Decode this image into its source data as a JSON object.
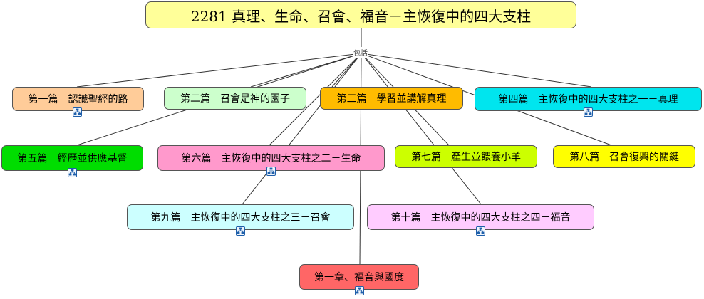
{
  "root": {
    "label": "2281 真理、生命、召會、福音－主恢復中的四大支柱",
    "color": "#ffff99"
  },
  "relation_label": "包括",
  "nodes": [
    {
      "id": "n1",
      "label": "第一篇　認識聖經的路",
      "color": "#ffcc99",
      "has_submap": true
    },
    {
      "id": "n2",
      "label": "第二篇　召會是神的園子",
      "color": "#ccffcc",
      "has_submap": false
    },
    {
      "id": "n3",
      "label": "第三篇　學習並講解真理",
      "color": "#ffbb00",
      "has_submap": false
    },
    {
      "id": "n4",
      "label": "第四篇　主恢復中的四大支柱之一－真理",
      "color": "#00e5ee",
      "has_submap": true
    },
    {
      "id": "n5",
      "label": "第五篇　經歷並供應基督",
      "color": "#00dd00",
      "has_submap": true
    },
    {
      "id": "n6",
      "label": "第六篇　主恢復中的四大支柱之二－生命",
      "color": "#ff99cc",
      "has_submap": true
    },
    {
      "id": "n7",
      "label": "第七篇　產生並餵養小羊",
      "color": "#ccff00",
      "has_submap": false
    },
    {
      "id": "n8",
      "label": "第八篇　召會復興的關鍵",
      "color": "#ffff00",
      "has_submap": false
    },
    {
      "id": "n9",
      "label": "第九篇　主恢復中的四大支柱之三－召會",
      "color": "#ccffff",
      "has_submap": true
    },
    {
      "id": "n10",
      "label": "第十篇　主恢復中的四大支柱之四－福音",
      "color": "#ffccff",
      "has_submap": true
    },
    {
      "id": "n11",
      "label": "第一章、福音與國度",
      "color": "#ff6666",
      "has_submap": true
    }
  ]
}
